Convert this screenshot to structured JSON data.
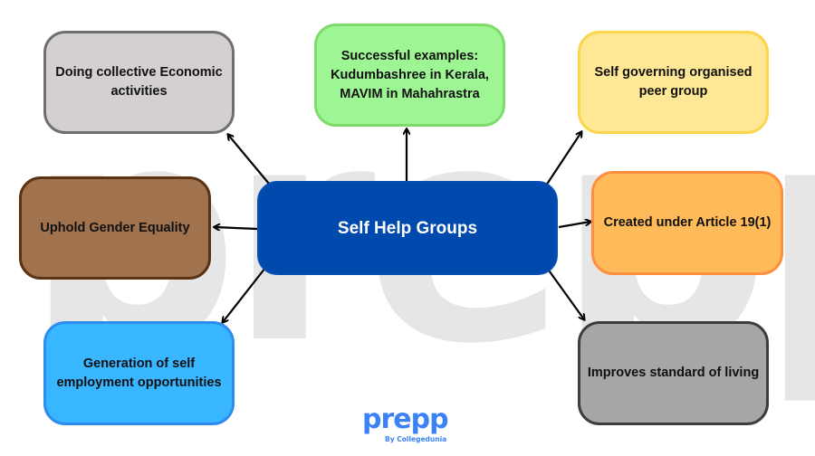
{
  "watermark": {
    "text": "prepp"
  },
  "center": {
    "label": "Self Help Groups",
    "fill": "#0049ad",
    "border": "#0b4fb3"
  },
  "nodes": [
    {
      "id": "top-left",
      "label": "Doing collective Economic activities",
      "fill": "#d3d0cf",
      "border": "#6f6f6f"
    },
    {
      "id": "top-center",
      "label": "Successful examples: Kudumbashree in Kerala, MAVIM in Mahahrastra",
      "fill": "#9ef594",
      "border": "#7ddb6a"
    },
    {
      "id": "top-right",
      "label": "Self governing organised peer group",
      "fill": "#fee895",
      "border": "#fbd54a"
    },
    {
      "id": "middle-left",
      "label": "Uphold Gender Equality",
      "fill": "#a0724d",
      "border": "#5a3214"
    },
    {
      "id": "middle-right",
      "label": "Created under Article 19(1)",
      "fill": "#ffbb59",
      "border": "#ff8f3f"
    },
    {
      "id": "bottom-left",
      "label": "Generation of self employment opportunities",
      "fill": "#38b6ff",
      "border": "#2e8cf0"
    },
    {
      "id": "bottom-right",
      "label": "Improves standard of living",
      "fill": "#a6a6a6",
      "border": "#3d3d3d"
    }
  ],
  "logo": {
    "brand": "prepp",
    "tagline": "By Collegedunia",
    "color": "#3b82f6"
  },
  "arrow_color": "#000000"
}
